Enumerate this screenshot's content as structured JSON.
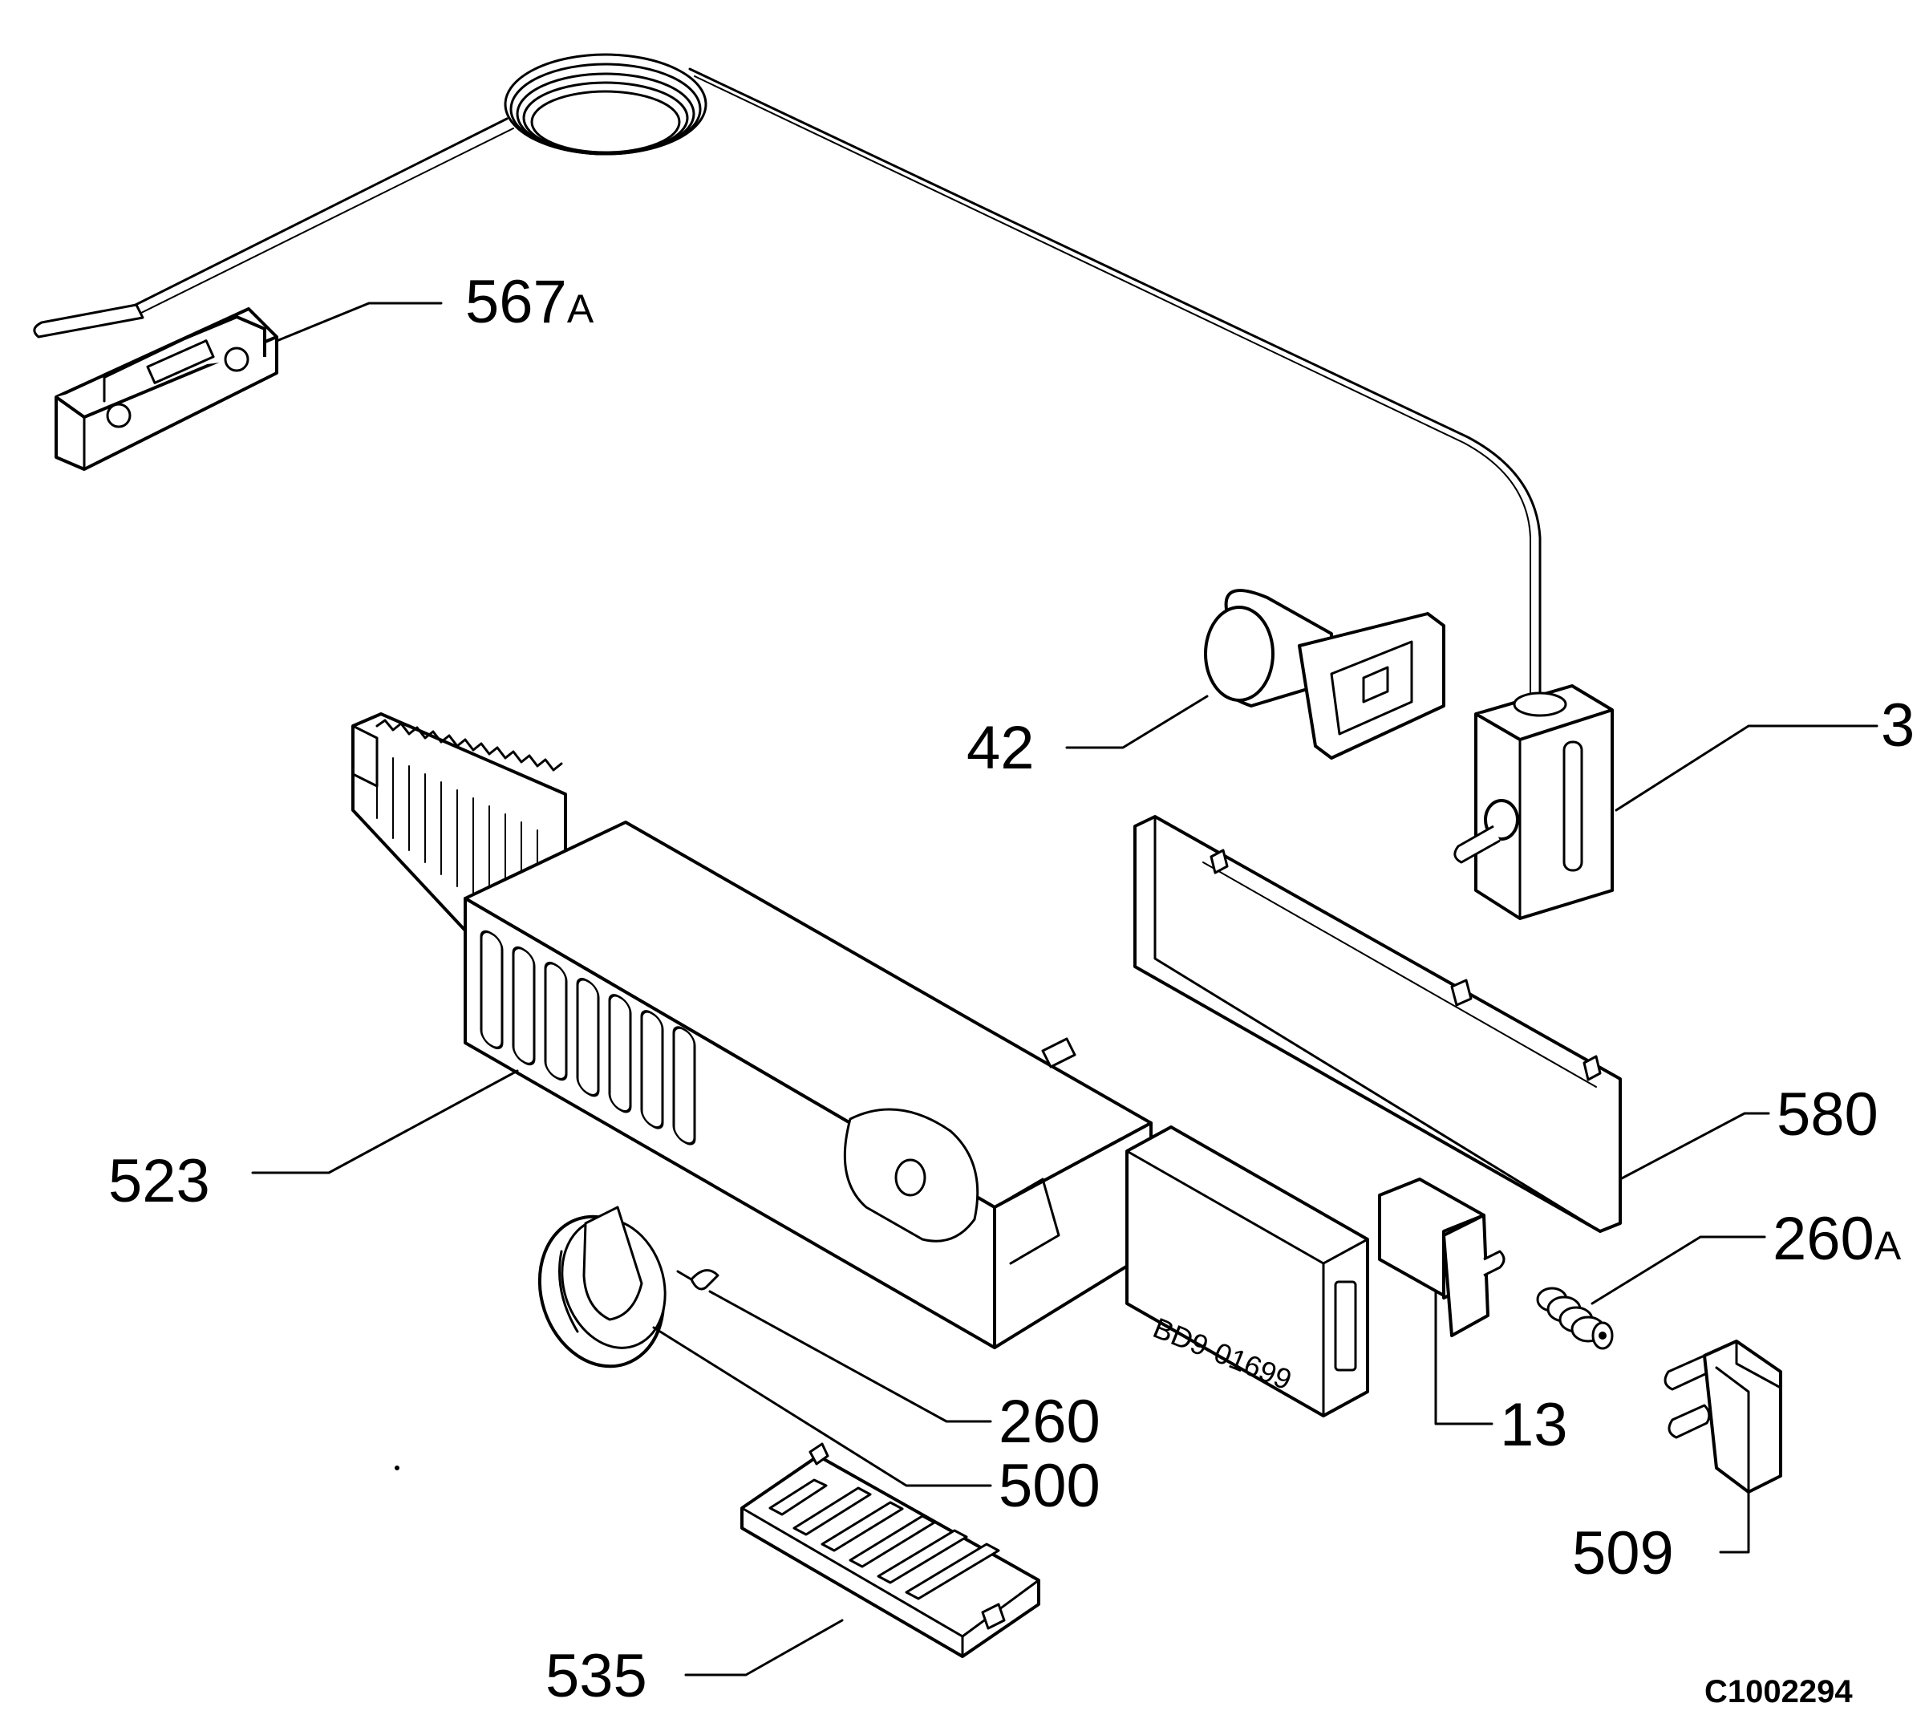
{
  "diagram": {
    "part_labels": {
      "p567a_num": "567",
      "p567a_suffix": "A",
      "p3": "3",
      "p42": "42",
      "p523": "523",
      "p580": "580",
      "p260a_num": "260",
      "p260a_suffix": "A",
      "p13": "13",
      "p260": "260",
      "p500": "500",
      "p509": "509",
      "p535": "535"
    },
    "housing_stamp": "BD9-01699",
    "drawing_code": "C1002294"
  }
}
